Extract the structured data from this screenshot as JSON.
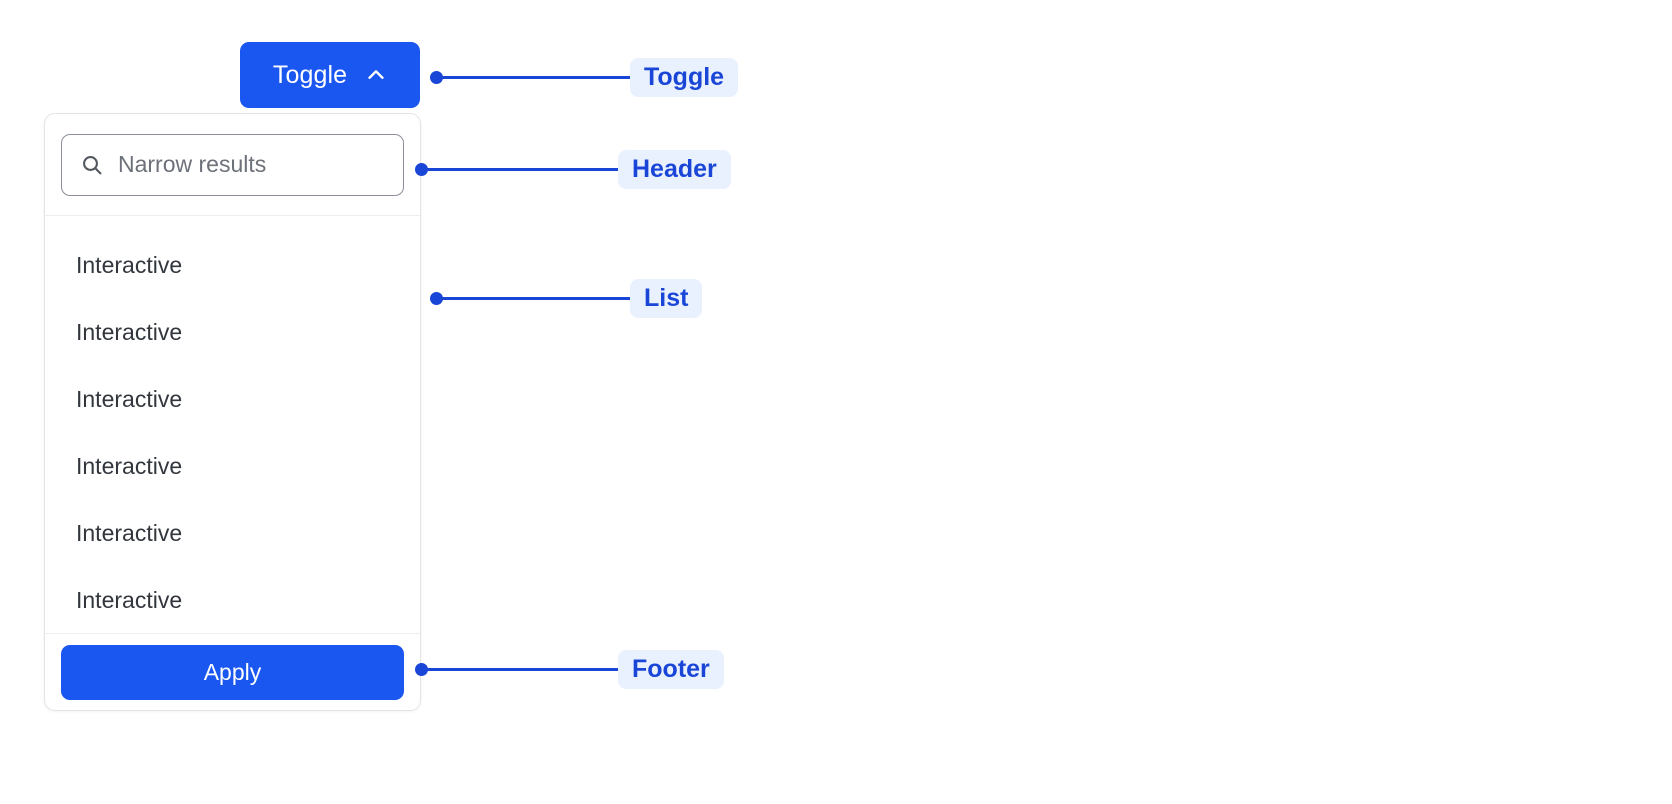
{
  "toggle": {
    "label": "Toggle",
    "icon": "chevron-up-icon",
    "expanded": true,
    "background_color": "#1a56f0",
    "text_color": "#ffffff"
  },
  "dropdown": {
    "header": {
      "search": {
        "icon": "search-icon",
        "placeholder": "Narrow results",
        "value": ""
      }
    },
    "list": {
      "items": [
        {
          "label": "Interactive"
        },
        {
          "label": "Interactive"
        },
        {
          "label": "Interactive"
        },
        {
          "label": "Interactive"
        },
        {
          "label": "Interactive"
        },
        {
          "label": "Interactive"
        }
      ]
    },
    "footer": {
      "apply_label": "Apply",
      "apply_background_color": "#1a56f0",
      "apply_text_color": "#ffffff"
    },
    "border_color": "#e2e4e8",
    "background_color": "#ffffff"
  },
  "annotations": {
    "accent_color": "#1a46d8",
    "badge_background_color": "#eaf1fe",
    "items": [
      {
        "label": "Toggle"
      },
      {
        "label": "Header"
      },
      {
        "label": "List"
      },
      {
        "label": "Footer"
      }
    ]
  }
}
